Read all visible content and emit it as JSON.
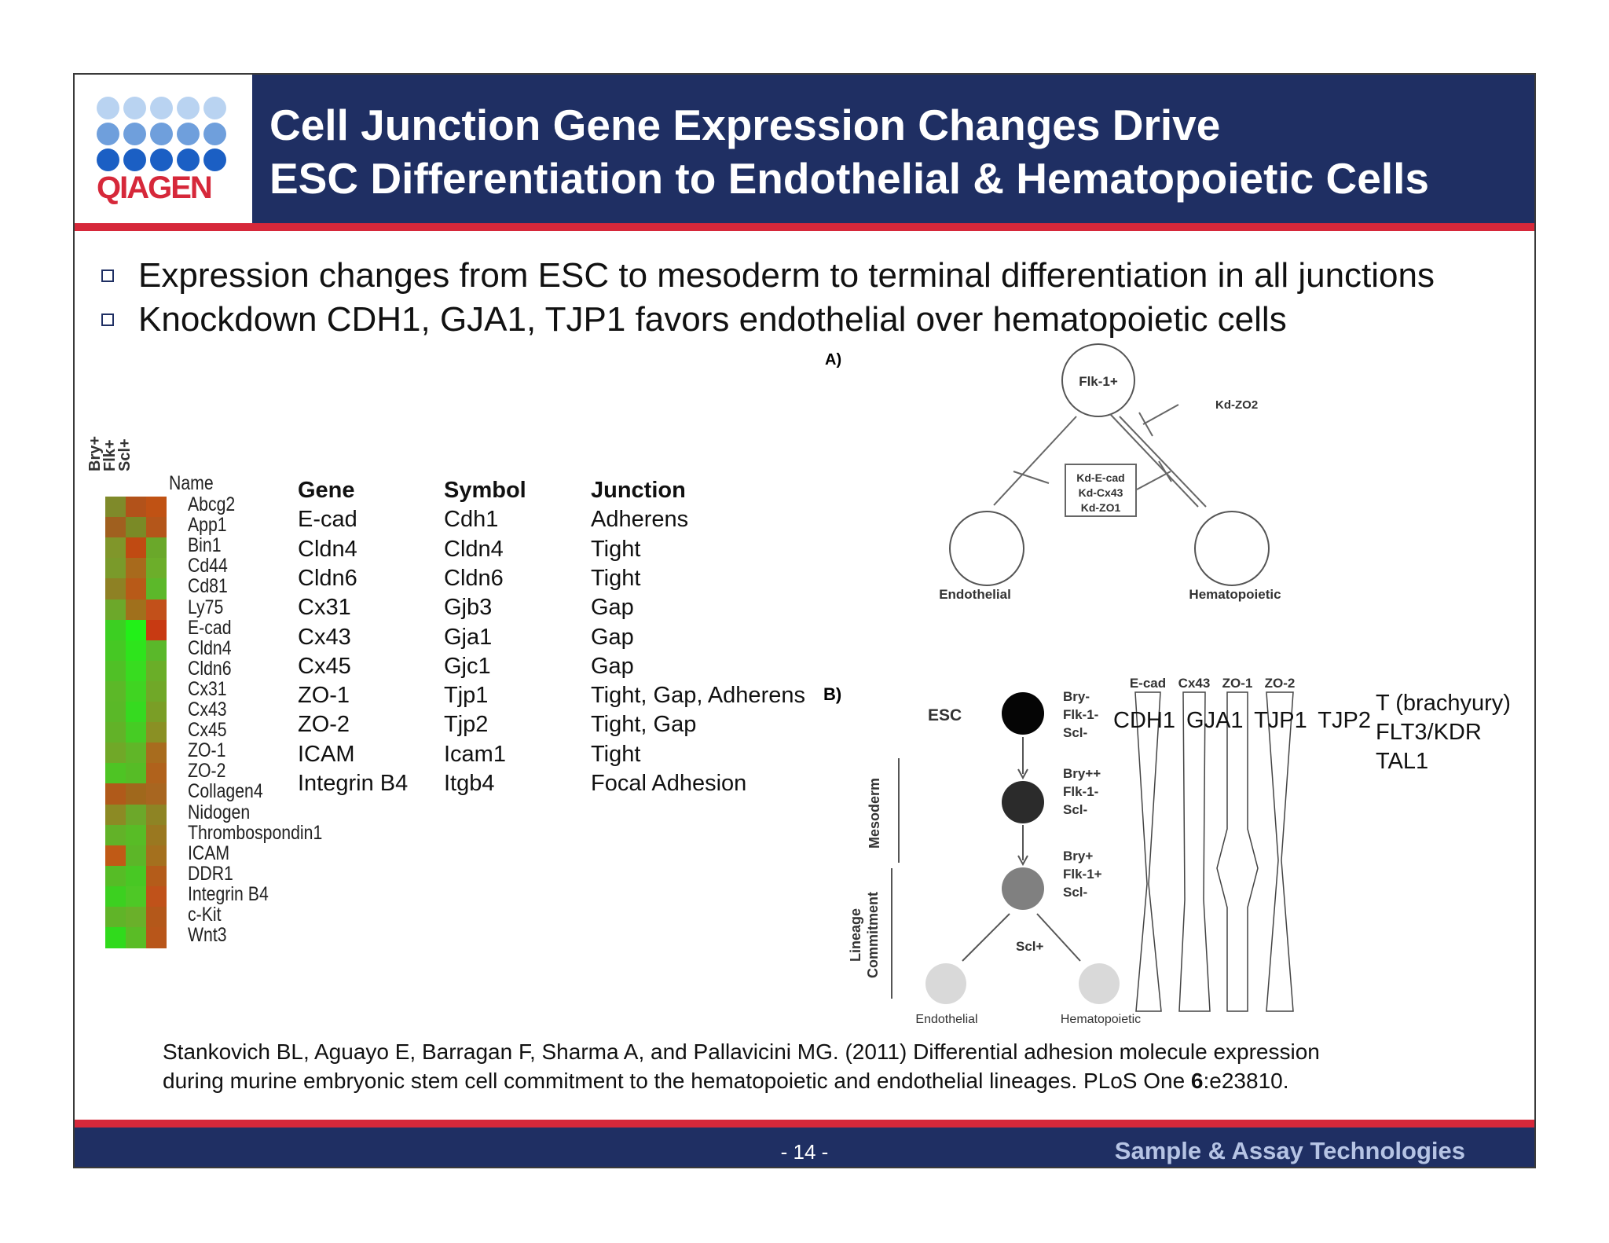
{
  "title": {
    "line1": "Cell Junction Gene Expression Changes Drive",
    "line2": "ESC Differentiation to Endothelial & Hematopoietic Cells"
  },
  "logo": {
    "text": "QIAGEN",
    "colors": [
      "#b9d3f1",
      "#6f9fdc",
      "#1b5fc4"
    ]
  },
  "bullets": [
    "Expression changes from ESC to mesoderm to terminal differentiation in all junctions",
    "Knockdown CDH1, GJA1, TJP1 favors endothelial over hematopoietic cells"
  ],
  "heatmap": {
    "columns": [
      "Bry+",
      "Flk+",
      "Scl+"
    ],
    "name_header": "Name",
    "genes": [
      "Abcg2",
      "App1",
      "Bin1",
      "Cd44",
      "Cd81",
      "Ly75",
      "E-cad",
      "Cldn4",
      "Cldn6",
      "Cx31",
      "Cx43",
      "Cx45",
      "ZO-1",
      "ZO-2",
      "Collagen4",
      "Nidogen",
      "Thrombospondin1",
      "ICAM",
      "DDR1",
      "Integrin B4",
      "c-Kit",
      "Wnt3"
    ],
    "cell_colors": [
      [
        "#7f8a2a",
        "#b2521a",
        "#c05214"
      ],
      [
        "#a0601f",
        "#7a8a26",
        "#b4561a"
      ],
      [
        "#80962a",
        "#c04a12",
        "#6aa82a"
      ],
      [
        "#7a9a2a",
        "#a86a1c",
        "#6cae2a"
      ],
      [
        "#8e8124",
        "#b85a18",
        "#5cb82a"
      ],
      [
        "#6ca82a",
        "#a0701c",
        "#c2501a"
      ],
      [
        "#3ccf22",
        "#22f018",
        "#c83a12"
      ],
      [
        "#46c824",
        "#2ee41c",
        "#5ab82a"
      ],
      [
        "#50c026",
        "#38dc20",
        "#6aae28"
      ],
      [
        "#5cb828",
        "#40d422",
        "#70a828"
      ],
      [
        "#5ab828",
        "#36da20",
        "#7a9e26"
      ],
      [
        "#62b228",
        "#46cc24",
        "#8a9024"
      ],
      [
        "#70a828",
        "#60b628",
        "#a86c1e"
      ],
      [
        "#4ec424",
        "#56bc26",
        "#b0621c"
      ],
      [
        "#b05a1a",
        "#a0681c",
        "#a86620"
      ],
      [
        "#8c8a24",
        "#6ca82a",
        "#8e8424"
      ],
      [
        "#62b228",
        "#58bc26",
        "#9a7820"
      ],
      [
        "#c05a16",
        "#5cb628",
        "#a4701e"
      ],
      [
        "#56bc26",
        "#48c824",
        "#b45c1a"
      ],
      [
        "#3cd020",
        "#4ec826",
        "#c0521a"
      ],
      [
        "#60b428",
        "#6ab02a",
        "#b4581a"
      ],
      [
        "#30da1c",
        "#5abc26",
        "#b8561a"
      ]
    ]
  },
  "gene_table": {
    "headers": [
      "Gene",
      "Symbol",
      "Junction"
    ],
    "rows": [
      [
        "E-cad",
        "Cdh1",
        "Adherens"
      ],
      [
        "Cldn4",
        "Cldn4",
        "Tight"
      ],
      [
        "Cldn6",
        "Cldn6",
        "Tight"
      ],
      [
        "Cx31",
        "Gjb3",
        "Gap"
      ],
      [
        "Cx43",
        "Gja1",
        "Gap"
      ],
      [
        "Cx45",
        "Gjc1",
        "Gap"
      ],
      [
        "ZO-1",
        "Tjp1",
        "Tight, Gap, Adherens"
      ],
      [
        "ZO-2",
        "Tjp2",
        "Tight, Gap"
      ],
      [
        "ICAM",
        "Icam1",
        "Tight"
      ],
      [
        "Integrin B4",
        "Itgb4",
        "Focal Adhesion"
      ]
    ]
  },
  "panel_a": {
    "label": "A)",
    "top_node": "Flk-1+",
    "kd_right": "Kd-ZO2",
    "kd_center": [
      "Kd-E-cad",
      "Kd-Cx43",
      "Kd-ZO1"
    ],
    "left_node": "Endothelial",
    "right_node": "Hematopoietic"
  },
  "panel_b": {
    "label": "B)",
    "esc": "ESC",
    "stages": [
      {
        "markers": [
          "Bry-",
          "Flk-1-",
          "Scl-"
        ],
        "fill": "#050505"
      },
      {
        "markers": [
          "Bry++",
          "Flk-1-",
          "Scl-"
        ],
        "fill": "#2b2b2b"
      },
      {
        "markers": [
          "Bry+",
          "Flk-1+",
          "Scl-"
        ],
        "fill": "#808080"
      }
    ],
    "scl": "Scl+",
    "left_leaf": "Endothelial",
    "right_leaf": "Hematopoietic",
    "leaf_fill": "#d9d9d9",
    "axis_mesoderm": "Mesoderm",
    "axis_lineage1": "Lineage",
    "axis_lineage2": "Commitment",
    "junction_cols": [
      "E-cad",
      "Cx43",
      "ZO-1",
      "ZO-2"
    ]
  },
  "kd_gene_labels": "CDH1 GJA1 TJP1 TJP2",
  "side_labels": [
    "T (brachyury)",
    "FLT3/KDR",
    "TAL1"
  ],
  "citation": {
    "line1": "Stankovich BL, Aguayo E, Barragan F, Sharma A, and Pallavicini MG. (2011) Differential adhesion molecule expression",
    "line2_pre": "during murine embryonic stem cell commitment to the hematopoietic and endothelial lineages. PLoS One ",
    "volume": "6",
    "line2_post": ":e23810."
  },
  "footer": {
    "page": "- 14 -",
    "tagline": "Sample & Assay Technologies"
  },
  "colors": {
    "navy": "#1f2f63",
    "red": "#d6283a",
    "tagline": "#b6c4e4"
  }
}
